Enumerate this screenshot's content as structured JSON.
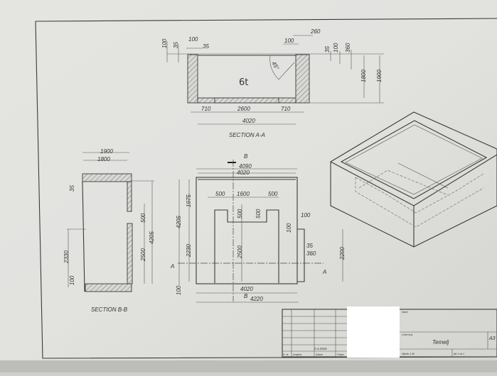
{
  "section_aa": {
    "title": "SECTION A-A",
    "dims": {
      "d100_left": "100",
      "d35_left": "35",
      "d100_top_left": "100",
      "d35_top_left": "35",
      "d100_top_right": "100",
      "d260": "260",
      "d35_right": "35",
      "d100_right": "100",
      "d360": "360",
      "d1800": "1800",
      "d1900": "1900",
      "angle": "45°",
      "d710_left": "710",
      "d2600": "2600",
      "d710_right": "710",
      "d4020": "4020"
    },
    "handwritten_note": "6t"
  },
  "section_bb": {
    "title": "SECTION B-B",
    "dims": {
      "d1900": "1900",
      "d1800": "1800",
      "d35": "35",
      "d500": "500",
      "d2500": "2500",
      "d4205": "4205",
      "d2330": "2330",
      "d100": "100"
    }
  },
  "plan": {
    "section_marks": {
      "b_top": "B",
      "b_bottom": "B",
      "a_left": "A",
      "a_right": "A"
    },
    "dims": {
      "d4090": "4090",
      "d4020_top": "4020",
      "d500_left": "500",
      "d1600": "1600",
      "d500_right": "500",
      "d500_v1": "500",
      "d500_v2": "500",
      "d2500": "2500",
      "d1975": "1975",
      "d4205": "4205",
      "d2230": "2230",
      "d100_bottom": "100",
      "d100_right": "100",
      "d100_right_v": "100",
      "d35": "35",
      "d360": "360",
      "d2200": "2200",
      "d4020_bottom": "4020",
      "d4220": "4220"
    }
  },
  "title_block": {
    "name": "Temelj",
    "date": "2.4.2018",
    "sheet_size": "A3",
    "scale": "Mjerilo 1:50",
    "sheet": "list 1 od 1",
    "small_labels": [
      "R. br.",
      "Izmjena",
      "Datum",
      "Potpis",
      "Naziv",
      "Crtež broj"
    ]
  }
}
